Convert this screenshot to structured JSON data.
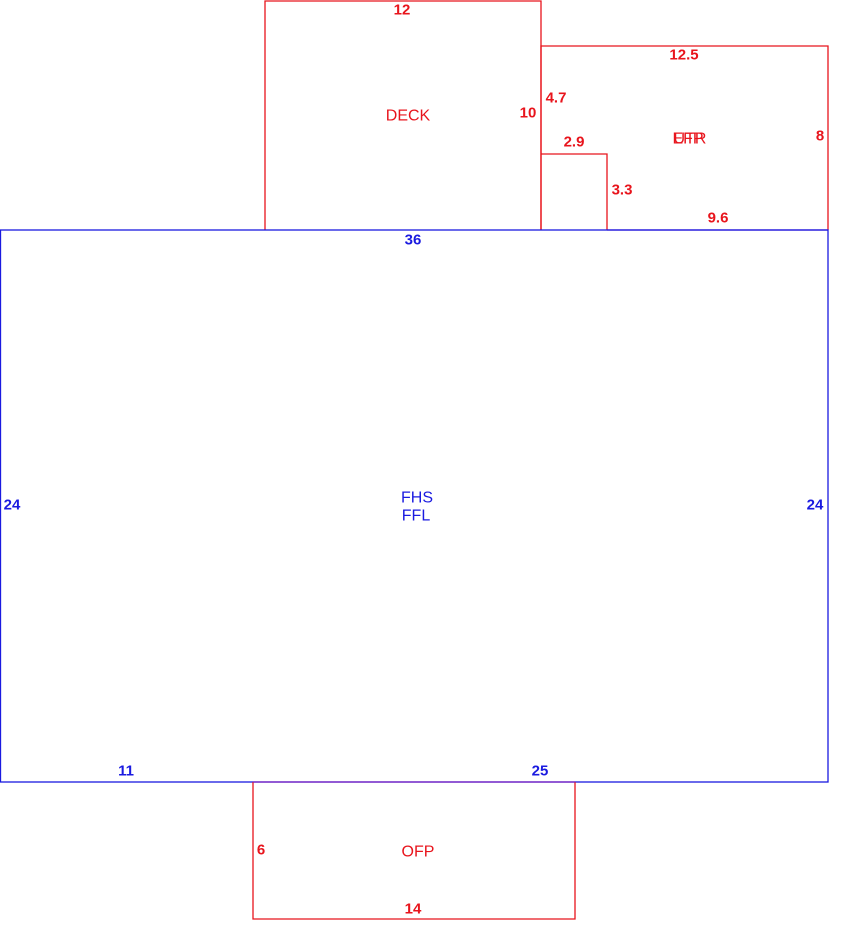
{
  "colors": {
    "addition": "#e8141c",
    "main": "#1a1ae0",
    "shared_edge": "#7a20c0",
    "background": "#ffffff"
  },
  "areas": {
    "deck": {
      "label": "DECK"
    },
    "upper_right": {
      "label_a": "EFP",
      "label_b": "UTR"
    },
    "main": {
      "label_1": "FHS",
      "label_2": "FFL"
    },
    "porch": {
      "label": "OFP"
    }
  },
  "dimensions": {
    "deck_top": "12",
    "deck_right": "10",
    "upper_top": "12.5",
    "upper_notch_side": "4.7",
    "upper_notch_top": "2.9",
    "upper_notch_right": "3.3",
    "upper_right_side": "8",
    "upper_bottom": "9.6",
    "main_top": "36",
    "main_left": "24",
    "main_right": "24",
    "main_bottom_left": "11",
    "main_bottom_right": "25",
    "porch_left": "6",
    "porch_bottom": "14"
  }
}
